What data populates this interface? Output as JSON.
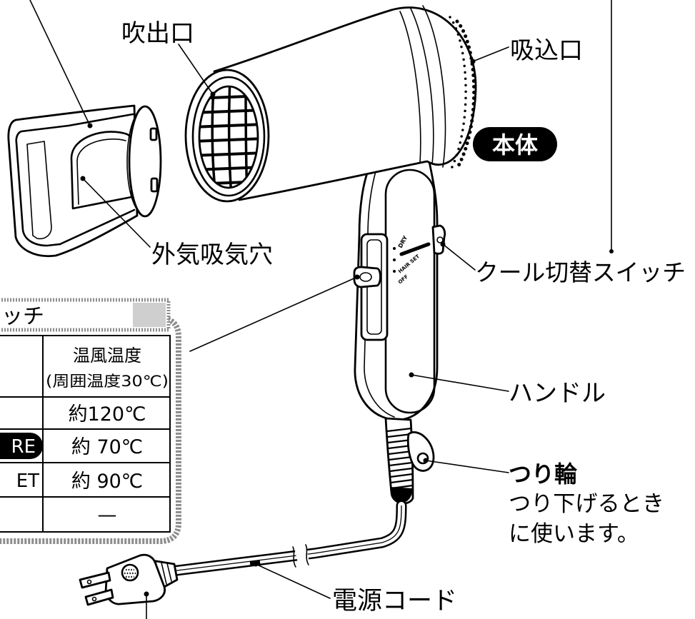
{
  "labels": {
    "outlet": "吹出口",
    "intake": "吸込口",
    "body_badge": "本体",
    "outside_air_holes": "外気吸気穴",
    "cool_switch": "クール切替スイッチ",
    "handle": "ハンドル",
    "hanging_ring": "つり輪",
    "hanging_ring_note": [
      "つり下げるとき",
      "に使います。"
    ],
    "power_cord": "電源コード"
  },
  "dryer_switch_marks": [
    "DRY",
    "HAIR SET",
    "OFF"
  ],
  "switch_table": {
    "tab_title": "ッチ",
    "temperature_header": [
      "温風温度",
      "(周囲温度30℃)"
    ],
    "rows": [
      {
        "temperature": "約120℃"
      },
      {
        "mode": "RE",
        "temperature": "約 70℃"
      },
      {
        "mode": "ET",
        "temperature": "約 90℃"
      },
      {
        "temperature": "—"
      }
    ]
  },
  "colors": {
    "ink": "#000000",
    "paper": "#ffffff",
    "frame_gray": "#8c8c8c"
  }
}
